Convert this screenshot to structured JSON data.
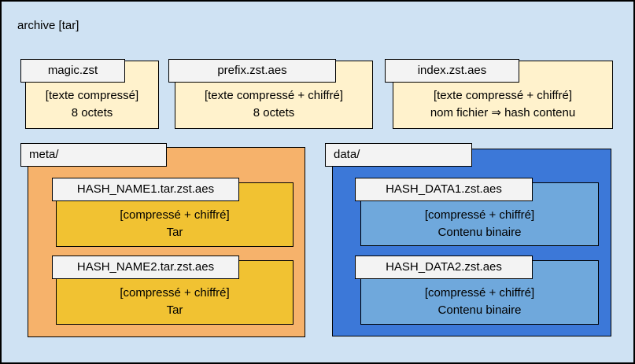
{
  "diagram": {
    "title": "archive [tar]",
    "colors": {
      "background": "#cfe2f3",
      "cream": "#fff2cc",
      "orange": "#f6b26b",
      "gold": "#f1c232",
      "blue": "#3c78d8",
      "lightblue": "#6fa8dc",
      "tab": "#f3f3f3",
      "border": "#000000"
    },
    "top_files": [
      {
        "name": "magic.zst",
        "line1": "[texte compressé]",
        "line2": "8 octets"
      },
      {
        "name": "prefix.zst.aes",
        "line1": "[texte compressé + chiffré]",
        "line2": "8 octets"
      },
      {
        "name": "index.zst.aes",
        "line1": "[texte compressé + chiffré]",
        "line2": "nom fichier ⇒ hash contenu"
      }
    ],
    "meta_folder": {
      "name": "meta/",
      "files": [
        {
          "name": "HASH_NAME1.tar.zst.aes",
          "line1": "[compressé + chiffré]",
          "line2": "Tar"
        },
        {
          "name": "HASH_NAME2.tar.zst.aes",
          "line1": "[compressé + chiffré]",
          "line2": "Tar"
        }
      ]
    },
    "data_folder": {
      "name": "data/",
      "files": [
        {
          "name": "HASH_DATA1.zst.aes",
          "line1": "[compressé + chiffré]",
          "line2": "Contenu binaire"
        },
        {
          "name": "HASH_DATA2.zst.aes",
          "line1": "[compressé + chiffré]",
          "line2": "Contenu binaire"
        }
      ]
    }
  }
}
